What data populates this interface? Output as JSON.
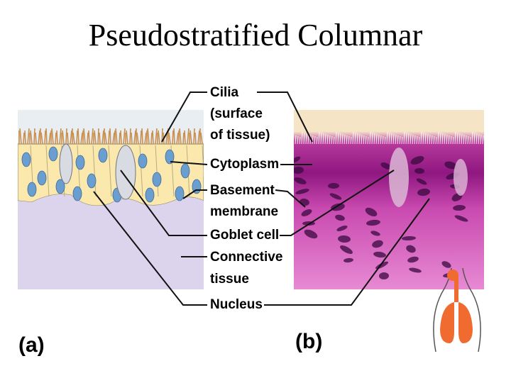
{
  "title": "Pseudostratified Columnar",
  "labels": {
    "cilia": "Cilia",
    "surface": "(surface",
    "of_tissue": "of tissue)",
    "cytoplasm": "Cytoplasm",
    "basement": "Basement",
    "membrane": "membrane",
    "goblet_cell": "Goblet cell",
    "connective": "Connective",
    "tissue": "tissue",
    "nucleus": "Nucleus"
  },
  "panels": {
    "a": "(a)",
    "b": "(b)"
  },
  "colors": {
    "cilia_drawing": "#c98f4e",
    "cytoplasm_drawing": "#fbe8ad",
    "nucleus_drawing": "#6a9ed0",
    "connective_drawing": "#dcd3ec",
    "micrograph_top": "#a6208a",
    "micrograph_bottom": "#e78ad3",
    "lungs": "#ef6b2f"
  }
}
